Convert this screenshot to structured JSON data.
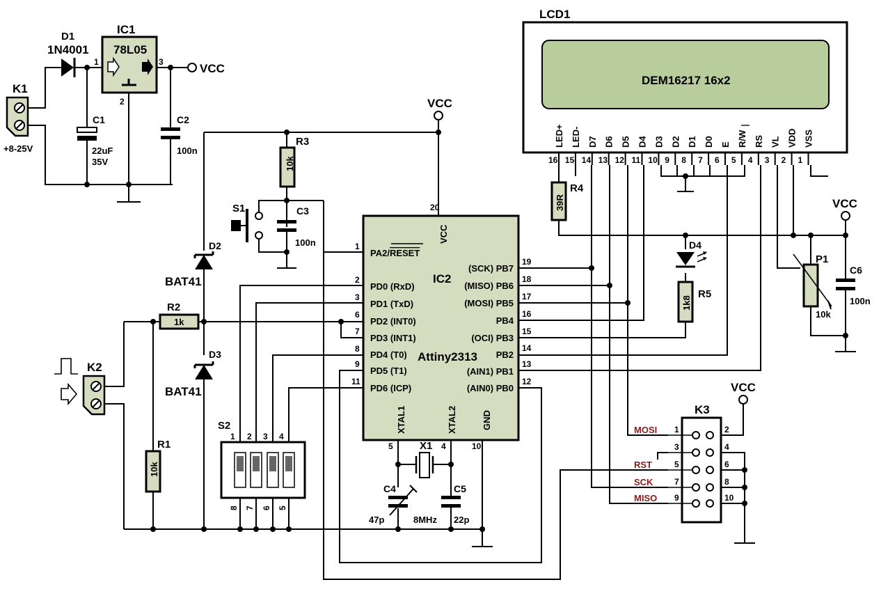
{
  "lcd": {
    "ref": "LCD1",
    "model": "DEM16217 16x2",
    "pins": [
      {
        "num": "16",
        "name": "LED+"
      },
      {
        "num": "15",
        "name": "LED-"
      },
      {
        "num": "14",
        "name": "D7"
      },
      {
        "num": "13",
        "name": "D6"
      },
      {
        "num": "12",
        "name": "D5"
      },
      {
        "num": "11",
        "name": "D4"
      },
      {
        "num": "10",
        "name": "D3"
      },
      {
        "num": "9",
        "name": "D2"
      },
      {
        "num": "8",
        "name": "D1"
      },
      {
        "num": "7",
        "name": "D0"
      },
      {
        "num": "6",
        "name": "E"
      },
      {
        "num": "5",
        "name": "R/W"
      },
      {
        "num": "4",
        "name": "RS"
      },
      {
        "num": "3",
        "name": "VL"
      },
      {
        "num": "2",
        "name": "VDD"
      },
      {
        "num": "1",
        "name": "VSS"
      }
    ]
  },
  "ic1": {
    "ref": "IC1",
    "model": "78L05",
    "pin_in": "1",
    "pin_gnd": "2",
    "pin_out": "3"
  },
  "ic2": {
    "ref": "IC2",
    "model": "Attiny2313",
    "vcc": "VCC",
    "gnd": "GND",
    "xtal1": "XTAL1",
    "xtal2": "XTAL2",
    "pin_vcc": "20",
    "pin_gnd": "10",
    "pin_x1": "5",
    "pin_x2": "4",
    "left_pins": [
      {
        "num": "1",
        "label": "PA2/RESET"
      },
      {
        "num": "2",
        "label": "PD0 (RxD)"
      },
      {
        "num": "3",
        "label": "PD1 (TxD)"
      },
      {
        "num": "6",
        "label": "PD2 (INT0)"
      },
      {
        "num": "7",
        "label": "PD3 (INT1)"
      },
      {
        "num": "8",
        "label": "PD4 (T0)"
      },
      {
        "num": "9",
        "label": "PD5 (T1)"
      },
      {
        "num": "11",
        "label": "PD6 (ICP)"
      }
    ],
    "right_pins": [
      {
        "num": "19",
        "label": "(SCK) PB7"
      },
      {
        "num": "18",
        "label": "(MISO) PB6"
      },
      {
        "num": "17",
        "label": "(MOSI) PB5"
      },
      {
        "num": "16",
        "label": "PB4"
      },
      {
        "num": "15",
        "label": "(OCI) PB3"
      },
      {
        "num": "14",
        "label": "PB2"
      },
      {
        "num": "13",
        "label": "(AIN1) PB1"
      },
      {
        "num": "12",
        "label": "(AIN0) PB0"
      }
    ]
  },
  "k1": {
    "ref": "K1",
    "voltage": "+8-25V"
  },
  "k2": {
    "ref": "K2"
  },
  "k3": {
    "ref": "K3",
    "pins_left": [
      "1",
      "3",
      "5",
      "7",
      "9"
    ],
    "pins_right": [
      "2",
      "4",
      "6",
      "8",
      "10"
    ],
    "signals": {
      "mosi": "MOSI",
      "rst": "RST",
      "sck": "SCK",
      "miso": "MISO"
    }
  },
  "d1": {
    "ref": "D1",
    "model": "1N4001"
  },
  "d2": {
    "ref": "D2",
    "model": "BAT41"
  },
  "d3": {
    "ref": "D3",
    "model": "BAT41"
  },
  "d4": {
    "ref": "D4"
  },
  "c1": {
    "ref": "C1",
    "value1": "22uF",
    "value2": "35V"
  },
  "c2": {
    "ref": "C2",
    "value": "100n"
  },
  "c3": {
    "ref": "C3",
    "value": "100n"
  },
  "c4": {
    "ref": "C4",
    "value": "47p"
  },
  "c5": {
    "ref": "C5",
    "value": "22p"
  },
  "c6": {
    "ref": "C6",
    "value": "100n"
  },
  "r1": {
    "ref": "R1",
    "value": "10k"
  },
  "r2": {
    "ref": "R2",
    "value": "1k"
  },
  "r3": {
    "ref": "R3",
    "value": "10k"
  },
  "r4": {
    "ref": "R4",
    "value": "39R"
  },
  "r5": {
    "ref": "R5",
    "value": "1k8"
  },
  "p1": {
    "ref": "P1",
    "value": "10k"
  },
  "s1": {
    "ref": "S1"
  },
  "s2": {
    "ref": "S2",
    "top_pins": [
      "1",
      "2",
      "3",
      "4"
    ],
    "bottom_pins": [
      "8",
      "7",
      "6",
      "5"
    ]
  },
  "x1": {
    "ref": "X1",
    "value": "8MHz"
  },
  "vcc_label": "VCC"
}
